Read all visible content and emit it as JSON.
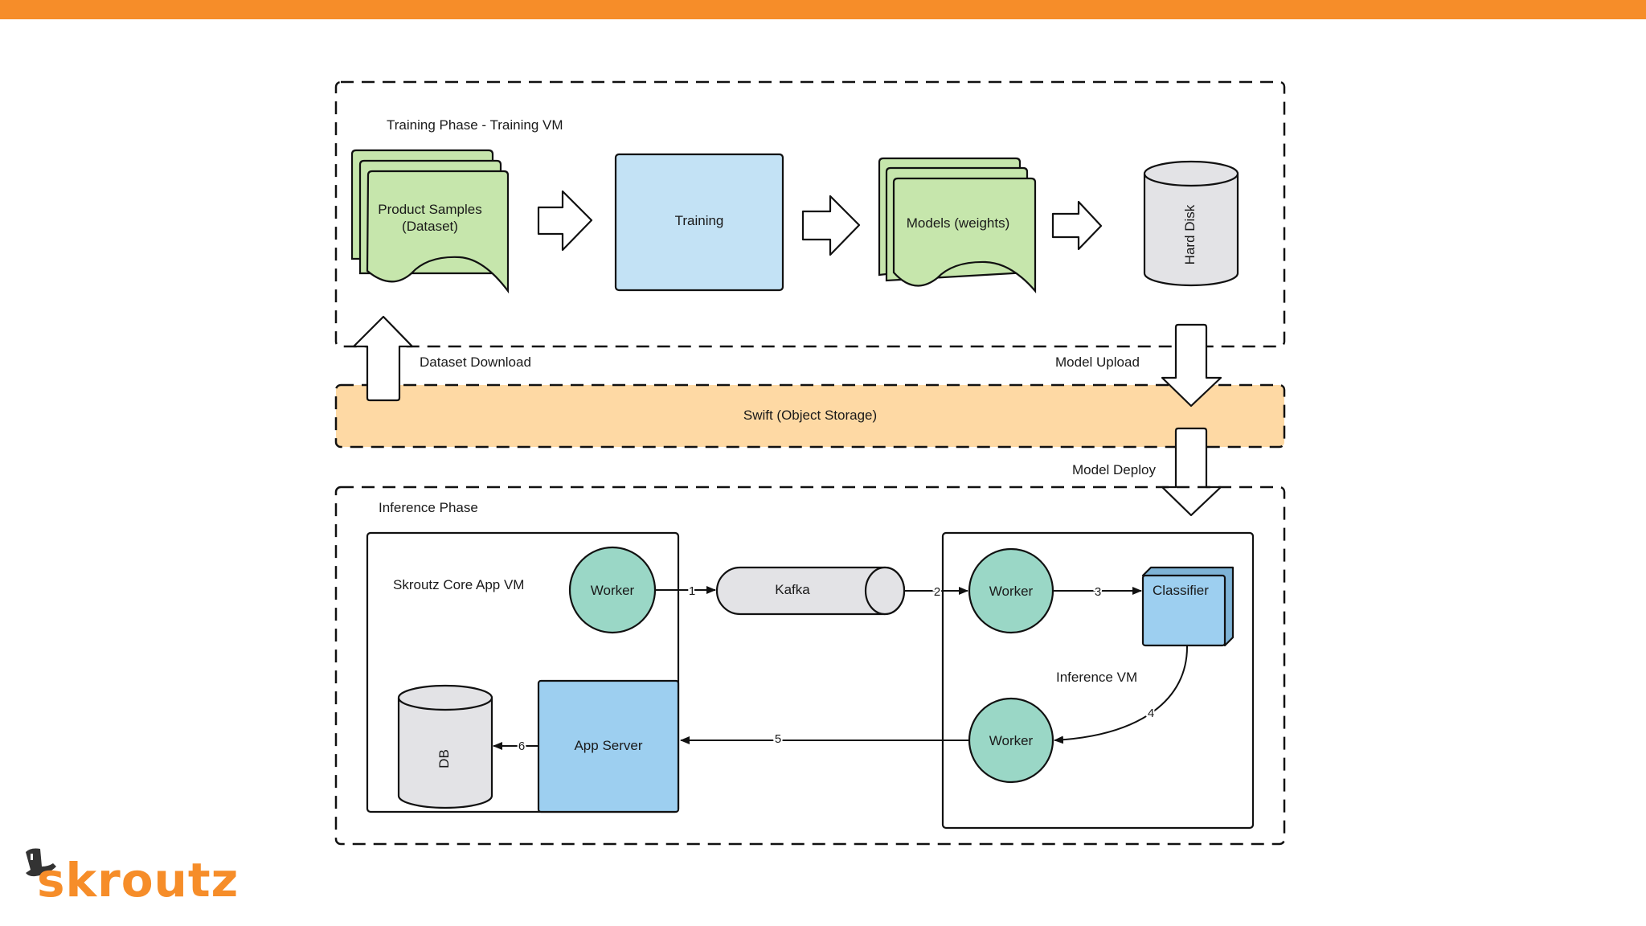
{
  "colors": {
    "accent": "#f68d29",
    "doc_green": "#c6e6ac",
    "box_blue": "#c3e2f5",
    "server_blue": "#9dcff0",
    "worker_teal": "#9ad7c6",
    "storage_orange": "#fed9a4",
    "cylinder_gray": "#e3e3e6"
  },
  "training": {
    "title": "Training Phase - Training VM",
    "dataset_label_line1": "Product Samples",
    "dataset_label_line2": "(Dataset)",
    "training_label": "Training",
    "models_label": "Models (weights)",
    "harddisk_label": "Hard Disk"
  },
  "transfers": {
    "dataset_download": "Dataset Download",
    "model_upload": "Model Upload",
    "model_deploy": "Model Deploy"
  },
  "storage": {
    "label": "Swift (Object Storage)"
  },
  "inference": {
    "title": "Inference Phase",
    "core_vm_label": "Skroutz Core App VM",
    "inference_vm_label": "Inference VM",
    "worker_label": "Worker",
    "kafka_label": "Kafka",
    "classifier_label": "Classifier",
    "app_server_label": "App Server",
    "db_label": "DB",
    "steps": [
      "1",
      "2",
      "3",
      "4",
      "5",
      "6"
    ]
  },
  "logo": {
    "text": "skroutz",
    "icon": "top-hat-icon"
  }
}
